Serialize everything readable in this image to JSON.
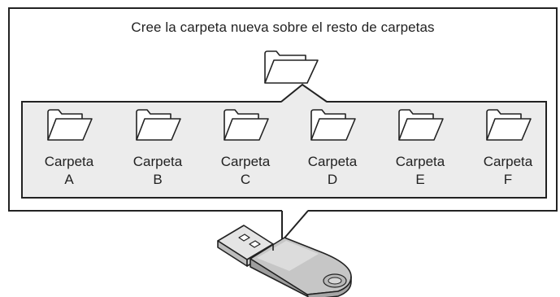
{
  "caption": "Cree la carpeta nueva sobre el resto de carpetas",
  "new_folder_icon": "open-folder-icon",
  "folder_icon": "open-folder-icon",
  "usb_icon": "usb-flash-drive-icon",
  "folders": [
    {
      "name": "Carpeta",
      "letter": "A"
    },
    {
      "name": "Carpeta",
      "letter": "B"
    },
    {
      "name": "Carpeta",
      "letter": "C"
    },
    {
      "name": "Carpeta",
      "letter": "D"
    },
    {
      "name": "Carpeta",
      "letter": "E"
    },
    {
      "name": "Carpeta",
      "letter": "F"
    }
  ],
  "colors": {
    "outline": "#222222",
    "panel_fill": "#ececec",
    "usb_body": "#c8c8c8"
  }
}
